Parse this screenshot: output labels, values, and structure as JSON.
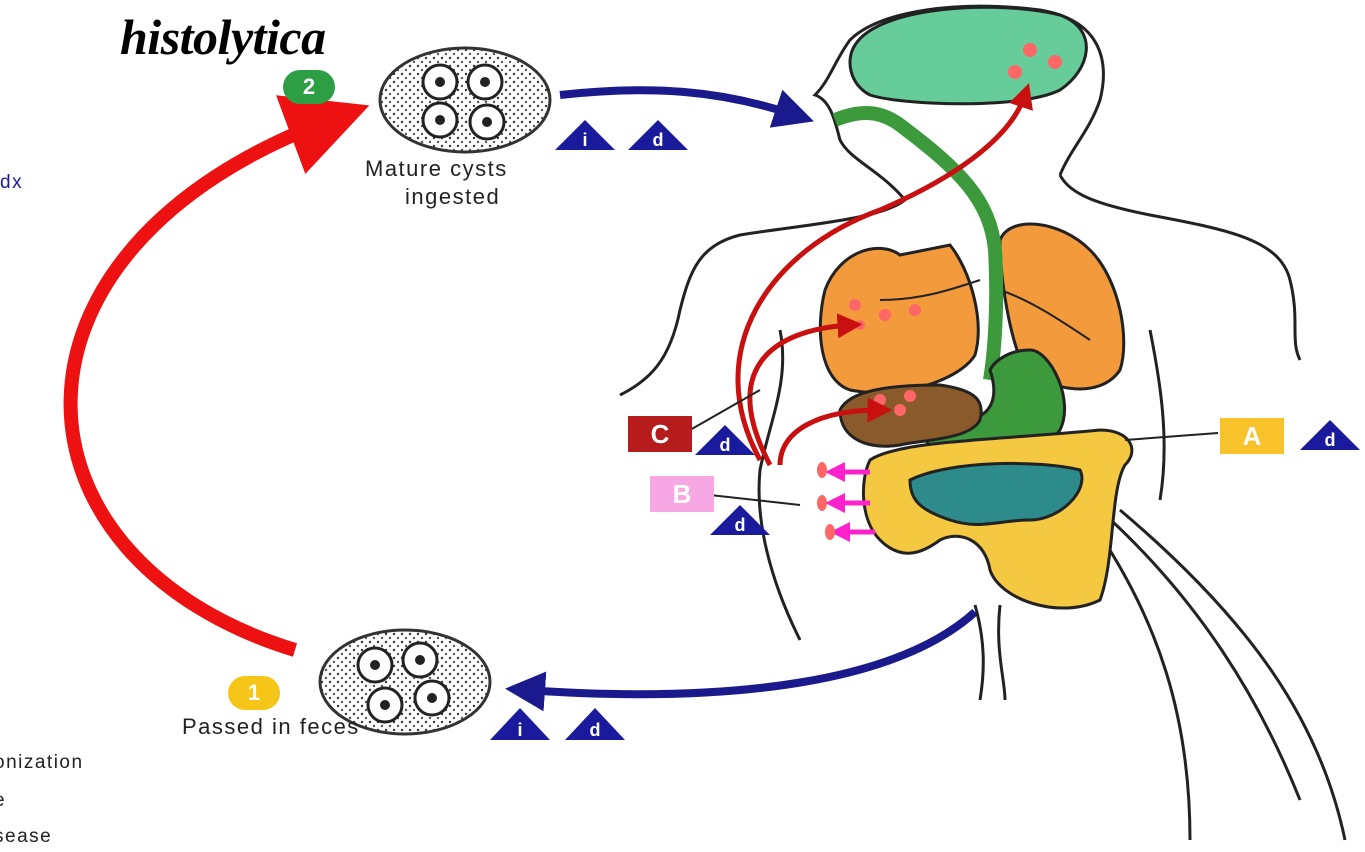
{
  "title": "histolytica",
  "stages": {
    "mature": {
      "number": "2",
      "label": [
        "Mature cysts",
        "ingested"
      ],
      "color": "#2e9e45"
    },
    "passed": {
      "number": "1",
      "label": "Passed in feces",
      "color": "#f5c518"
    }
  },
  "markers": {
    "infective": "i",
    "diagnostic": "d"
  },
  "boxes": {
    "A": {
      "label": "A",
      "bg": "#f8c22a",
      "fg": "#ffffff"
    },
    "B": {
      "label": "B",
      "bg": "#f7a8e4",
      "fg": "#ffffff"
    },
    "C": {
      "label": "C",
      "bg": "#b71c1c",
      "fg": "#ffffff"
    }
  },
  "legend_fragments": [
    "dx",
    "onization",
    "e",
    "sease"
  ],
  "colors": {
    "red_arrow": "#ee1111",
    "blue_arrow": "#1a1a8c",
    "brain": "#66cc99",
    "lungs": "#f39a3c",
    "liver": "#8b5a2b",
    "gut": "#3c9a3c",
    "intestine": "#f5c842",
    "small_intestine": "#2e8b8b"
  }
}
